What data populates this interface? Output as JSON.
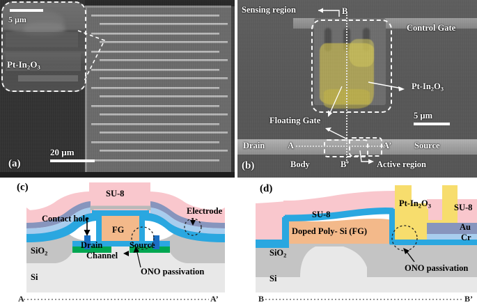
{
  "figure": {
    "panels": [
      "a",
      "b",
      "c",
      "d"
    ],
    "type": "SEM micrographs and device cross-section schematics"
  },
  "panel_a": {
    "id": "(a)",
    "scale_bar": "20 µm",
    "inset": {
      "scale_bar": "5 µm",
      "material_label": "Pt-In",
      "material_sub1": "2",
      "material_mid": "O",
      "material_sub2": "3"
    }
  },
  "panel_b": {
    "id": "(b)",
    "scale_bar": "5 µm",
    "labels": {
      "sensing_region": "Sensing region",
      "control_gate": "Control Gate",
      "floating_gate": "Floating Gate",
      "active_region": "Active region",
      "drain": "Drain",
      "source": "Source",
      "body": "Body",
      "pt_in2o3_pre": "Pt-In",
      "pt_in2o3_sub1": "2",
      "pt_in2o3_mid": "O",
      "pt_in2o3_sub2": "3"
    },
    "markers": {
      "b_top": "B",
      "b_bottom": "B’",
      "a_left": "A",
      "a_right": "A’"
    }
  },
  "panel_c": {
    "id": "(c)",
    "labels": {
      "su8": "SU-8",
      "contact_hole": "Contact hole",
      "electrode": "Electrode",
      "fg": "FG",
      "drain": "Drain",
      "source": "Source",
      "channel": "Channel",
      "sio2_pre": "SiO",
      "sio2_sub": "2",
      "si": "Si",
      "ono": "ONO passivation"
    },
    "cut_left": "A",
    "cut_right": "A’"
  },
  "panel_d": {
    "id": "(d)",
    "labels": {
      "su8": "SU-8",
      "su8_right": "SU-8",
      "pt_pre": "Pt-In",
      "pt_sub1": "2",
      "pt_mid": "O",
      "pt_sub2": "3",
      "au": "Au",
      "cr": "Cr",
      "fg": "Doped Poly- Si (FG)",
      "sio2_pre": "SiO",
      "sio2_sub": "2",
      "si": "Si",
      "ono": "ONO passivation"
    },
    "cut_left": "B",
    "cut_right": "B’"
  },
  "colors": {
    "su8": "#f9c7cd",
    "poly_si_fg": "#f3b98a",
    "pt_in2o3": "#f7dd6d",
    "au": "#8795bd",
    "cr": "#a8cdee",
    "ono": "#2aa7e0",
    "sio2": "#c4c4c4",
    "si": "#e8e8e8",
    "doped_region": "#00a651",
    "contact_metal": "#1b6fc4",
    "outline": "#9a9a9a"
  }
}
